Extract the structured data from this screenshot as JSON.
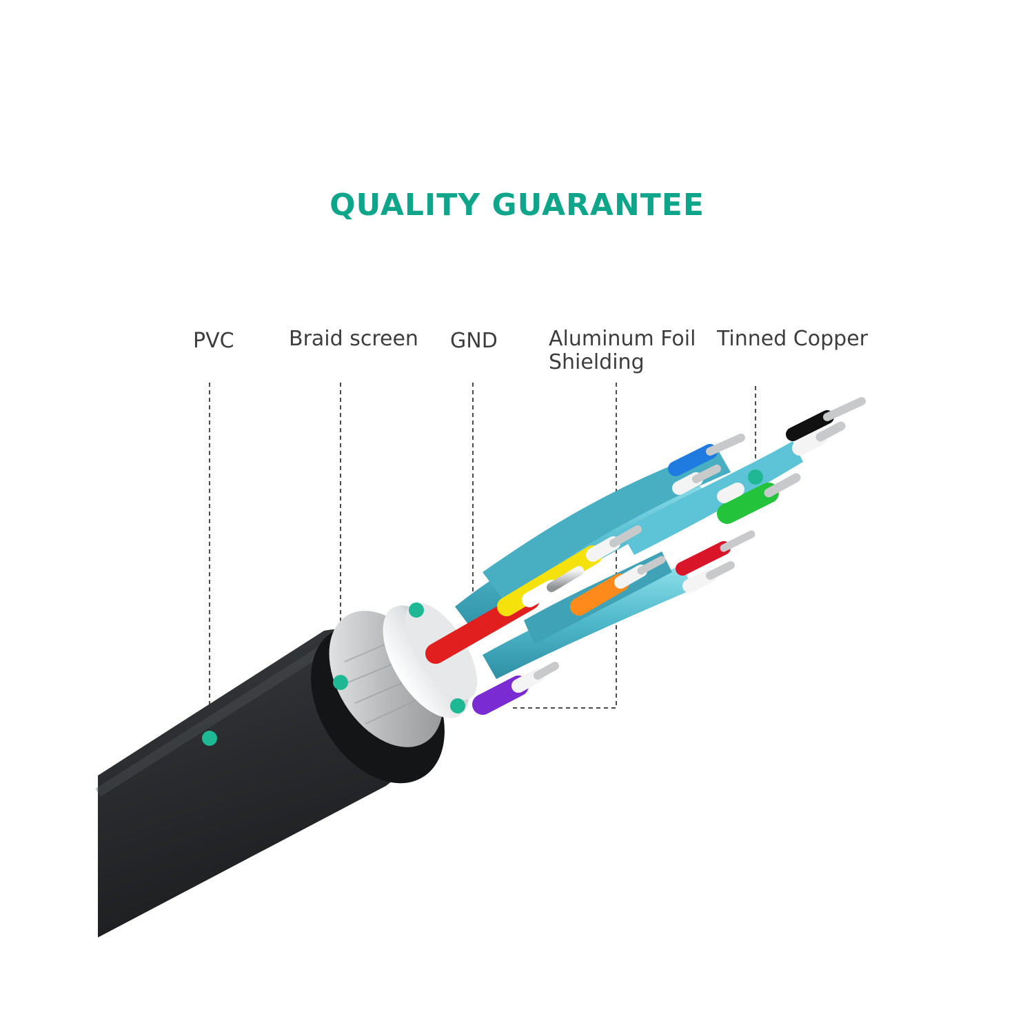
{
  "title": "QUALITY GUARANTEE",
  "colors": {
    "accent": "#0fa58a",
    "label_text": "#3d3d3d",
    "jacket": "#2b2d30",
    "shield": "#59c2d4"
  },
  "callouts": [
    {
      "id": "pvc",
      "lines": [
        "PVC"
      ],
      "icon": "dot-marker"
    },
    {
      "id": "braid",
      "lines": [
        "Braid screen"
      ],
      "icon": "dot-marker"
    },
    {
      "id": "gnd",
      "lines": [
        "GND"
      ],
      "icon": "dot-marker"
    },
    {
      "id": "foil",
      "lines": [
        "Aluminum Foil",
        "Shielding"
      ],
      "icon": "bracket-marker"
    },
    {
      "id": "copper",
      "lines": [
        "Tinned Copper"
      ],
      "icon": "dot-marker"
    }
  ],
  "wire_colors": [
    "#e11f1f",
    "#f5e10b",
    "#ff8a1c",
    "#7a2bd1",
    "#1f7be0",
    "#23c43b",
    "#d9152a",
    "#111111"
  ]
}
